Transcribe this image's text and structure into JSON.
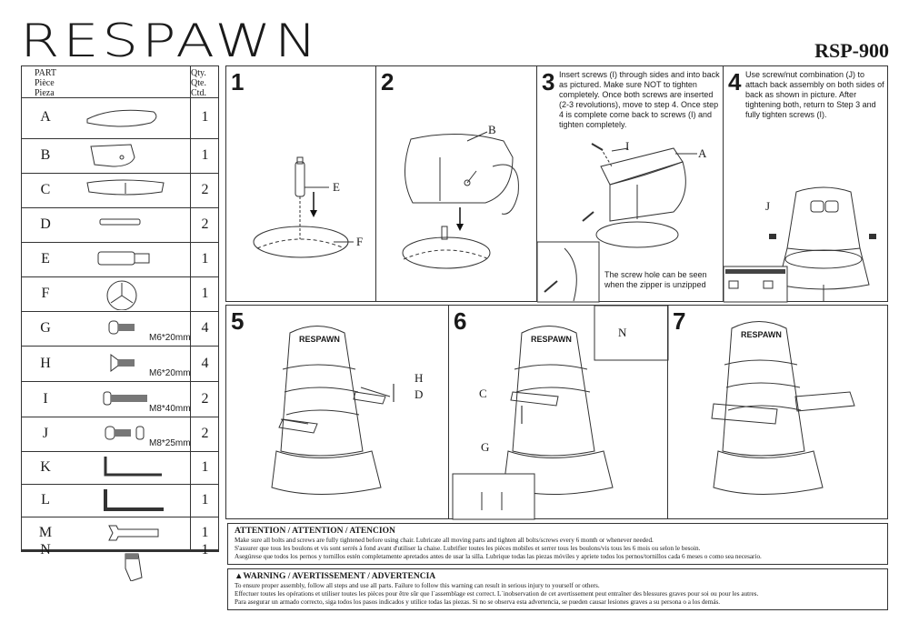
{
  "header": {
    "brand": "RESPAWN",
    "model": "RSP-900"
  },
  "parts_table": {
    "headers": {
      "part": [
        "PART",
        "Pièce",
        "Pieza"
      ],
      "qty": [
        "Qty.",
        "Qte.",
        "Ctd."
      ]
    },
    "rows": [
      {
        "letter": "A",
        "qty": "1",
        "icon": "seat-icon"
      },
      {
        "letter": "B",
        "qty": "1",
        "icon": "backrest-icon"
      },
      {
        "letter": "C",
        "qty": "2",
        "icon": "armrest-icon"
      },
      {
        "letter": "D",
        "qty": "2",
        "icon": "bracket-icon"
      },
      {
        "letter": "E",
        "qty": "1",
        "icon": "gas-lift-icon"
      },
      {
        "letter": "F",
        "qty": "1",
        "icon": "base-icon"
      },
      {
        "letter": "G",
        "qty": "4",
        "icon": "bolt-icon",
        "dim": "M6*20mm"
      },
      {
        "letter": "H",
        "qty": "4",
        "icon": "flat-screw-icon",
        "dim": "M6*20mm"
      },
      {
        "letter": "I",
        "qty": "2",
        "icon": "long-screw-icon",
        "dim": "M8*40mm"
      },
      {
        "letter": "J",
        "qty": "2",
        "icon": "screw-nut-icon",
        "dim": "M8*25mm"
      },
      {
        "letter": "K",
        "qty": "1",
        "icon": "allen-key-icon"
      },
      {
        "letter": "L",
        "qty": "1",
        "icon": "allen-key-large-icon"
      },
      {
        "letter": "M",
        "qty": "1",
        "icon": "wrench-icon"
      },
      {
        "letter": "N",
        "qty": "1",
        "icon": "zipper-tool-icon"
      }
    ]
  },
  "steps": {
    "s1": {
      "number": "1",
      "labels": [
        "E",
        "F"
      ]
    },
    "s2": {
      "number": "2",
      "labels": [
        "B"
      ]
    },
    "s3": {
      "number": "3",
      "labels": [
        "I",
        "A"
      ],
      "text": "Insert screws (I) through sides and into back as pictured.  Make sure NOT to tighten completely.  Once both screws are inserted (2-3 revolutions), move to step 4.  Once step 4 is complete come back to screws (I) and tighten completely.",
      "caption": "The screw hole can be seen when the zipper is unzipped"
    },
    "s4": {
      "number": "4",
      "labels": [
        "J"
      ],
      "text": "Use screw/nut combination (J) to attach back assembly on both sides of back as shown in picture. After tightening both, return to Step 3 and fully tighten screws (I)."
    },
    "s5": {
      "number": "5",
      "labels": [
        "H",
        "D"
      ],
      "seat_logo": "RESPAWN"
    },
    "s6": {
      "number": "6",
      "labels": [
        "C",
        "G",
        "N"
      ],
      "seat_logo": "RESPAWN"
    },
    "s7": {
      "number": "7",
      "seat_logo": "RESPAWN"
    }
  },
  "attention": {
    "title": "ATTENTION / ATTENTION / ATENCION",
    "lines": [
      "Make sure all bolts and screws are fully tightened before using chair. Lubricate all moving parts and tighten all bolts/screws every 6 month or whenever needed.",
      "S'assurer que tous les boulons et vis sont serrés à fond avant d'utiliser la chaise. Lubrifier toutes les pièces mobiles et serrer tous les boulons/vis tous les 6 mois ou selon le besoin.",
      "Asegúrese que todos los pernos y tornillos estén completamente apretados antes de usar la silla. Lubrique todas las piezas móviles y apriete todos los pernos/tornillos cada 6 meses o como sea necesario."
    ]
  },
  "warning": {
    "title": "WARNING / AVERTISSEMENT / ADVERTENCIA",
    "lines": [
      "To ensure proper assembly, follow all steps and use all parts. Failure to follow this warning can result in serious injury to yourself or others.",
      "Effectuer toutes les opérations et utiliser toutes les pièces pour être sûr que l´assemblage est correct. L´inobservation de cet avertissement peut entraîner des blessures graves pour soi ou pour les autres.",
      "Para asegurar un armado correcto, siga todos los pasos indicados y utilice todas las piezas. Si no se observa esta advertencia, se pueden causar lesiones graves a su persona o a los demás."
    ]
  }
}
